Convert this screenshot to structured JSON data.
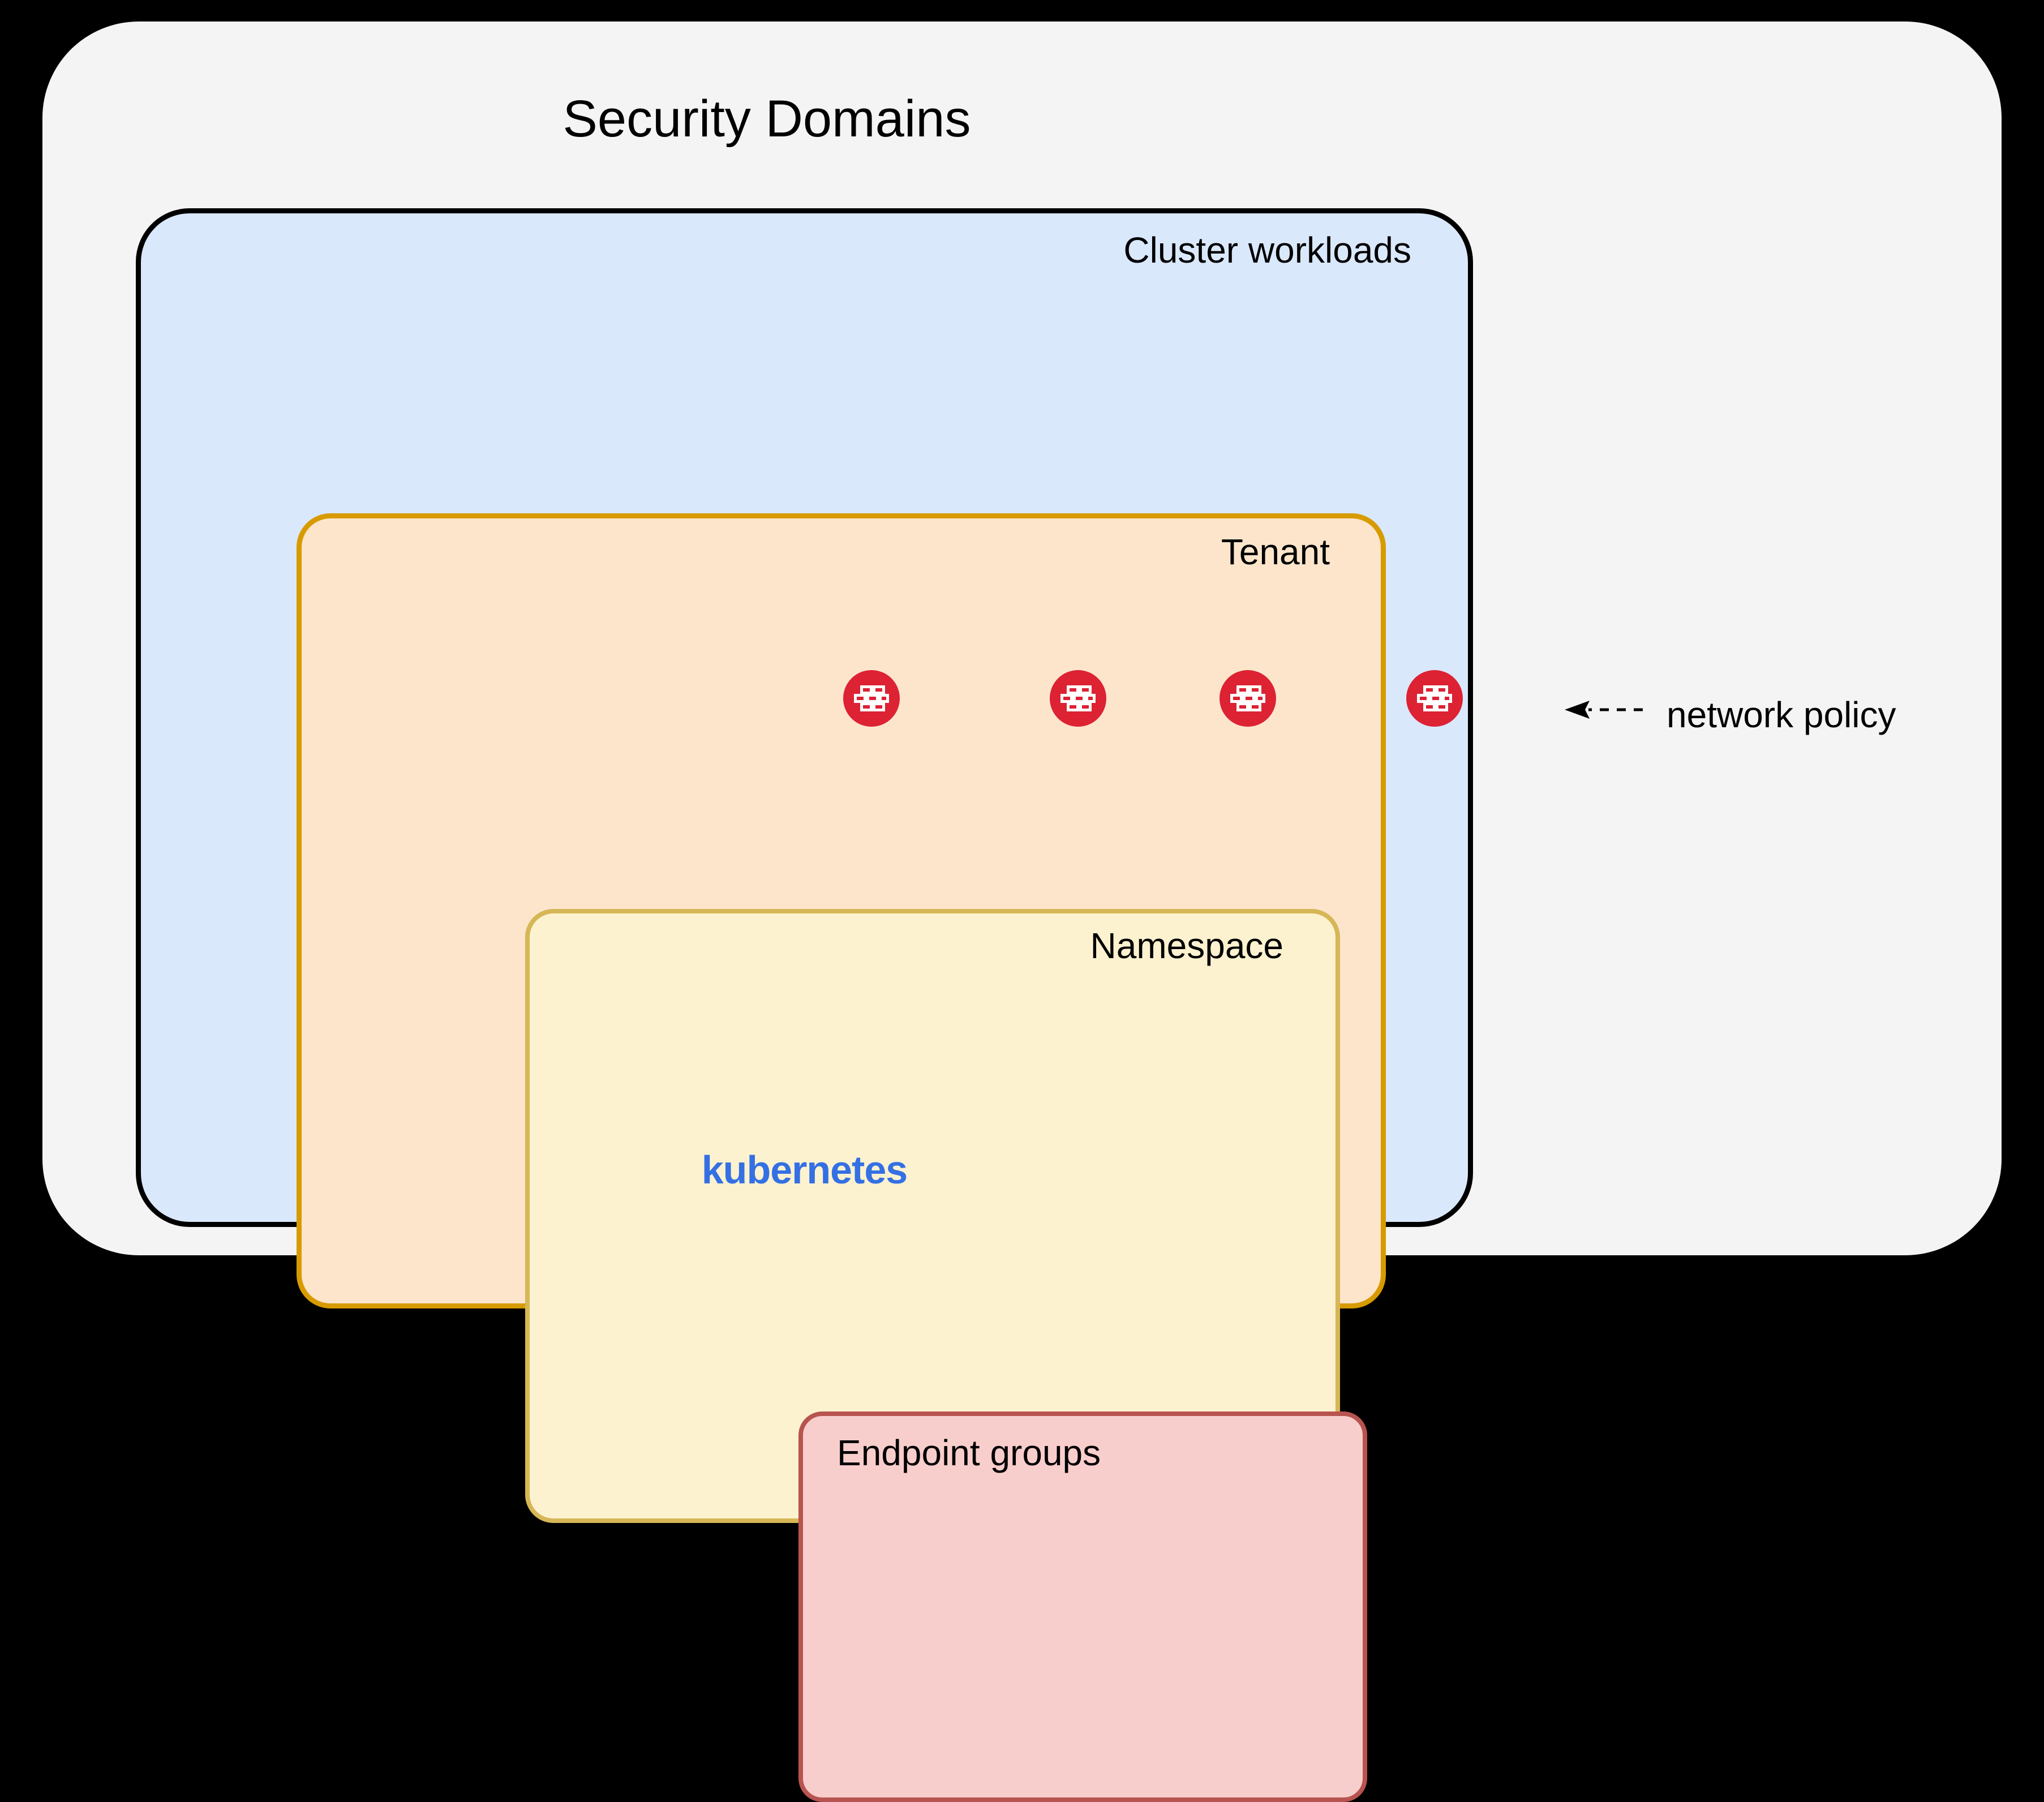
{
  "diagram": {
    "title": "Security Domains",
    "background_color": "#000000",
    "panel_color": "#f4f4f4"
  },
  "boxes": [
    {
      "key": "cluster",
      "label": "Cluster workloads",
      "fill": "#dae8fc",
      "stroke": "#000000",
      "footer_label": "kubernetes",
      "footer_color": "#3470e4"
    },
    {
      "key": "tenant",
      "label": "Tenant",
      "fill": "#fde5cc",
      "stroke": "#d79b00"
    },
    {
      "key": "namespace",
      "label": "Namespace",
      "fill": "#fdf2cf",
      "stroke": "#d6b656"
    },
    {
      "key": "endpoint_groups",
      "label": "Endpoint groups",
      "fill": "#f8cecc",
      "stroke": "#b85450"
    }
  ],
  "policy_markers": {
    "icon": "firewall-brick-icon",
    "color": "#dc2233",
    "count": 4,
    "placed_on": [
      "endpoint-groups-border",
      "namespace-border",
      "tenant-border",
      "cluster-border"
    ]
  },
  "callout": {
    "label": "network policy",
    "arrow": "dashed-arrow-left-icon"
  }
}
